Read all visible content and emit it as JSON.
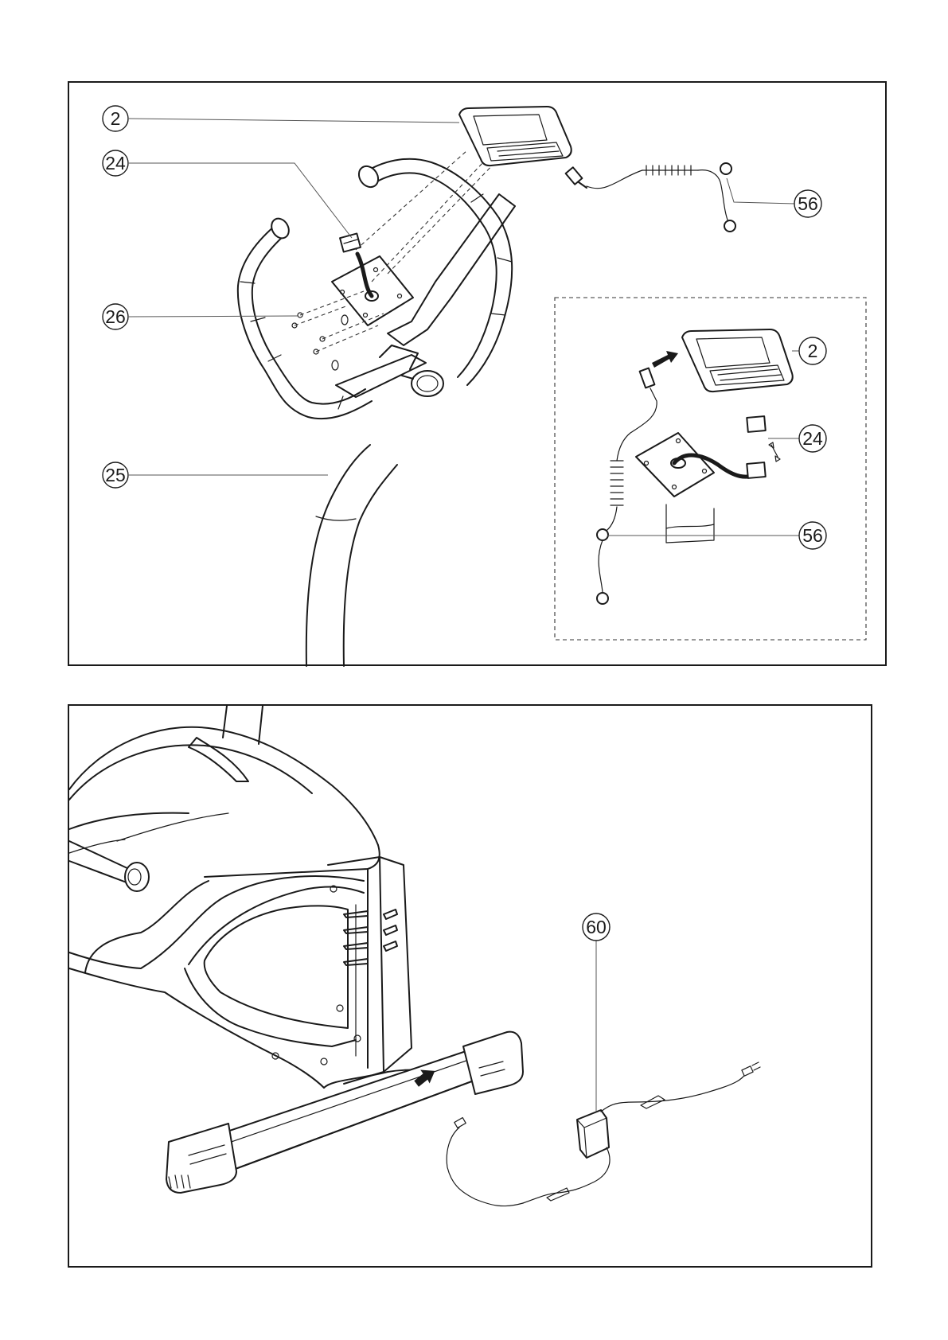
{
  "top_panel": {
    "callouts": [
      {
        "id": "c2",
        "label": "2"
      },
      {
        "id": "c24",
        "label": "24"
      },
      {
        "id": "c26",
        "label": "26"
      },
      {
        "id": "c25",
        "label": "25"
      },
      {
        "id": "c56",
        "label": "56"
      }
    ],
    "inset_callouts": [
      {
        "id": "i2",
        "label": "2"
      },
      {
        "id": "i24",
        "label": "24"
      },
      {
        "id": "i56",
        "label": "56"
      }
    ]
  },
  "bottom_panel": {
    "callouts": [
      {
        "id": "c60",
        "label": "60"
      }
    ]
  },
  "colors": {
    "line": "#1a1a1a",
    "background": "#ffffff"
  }
}
